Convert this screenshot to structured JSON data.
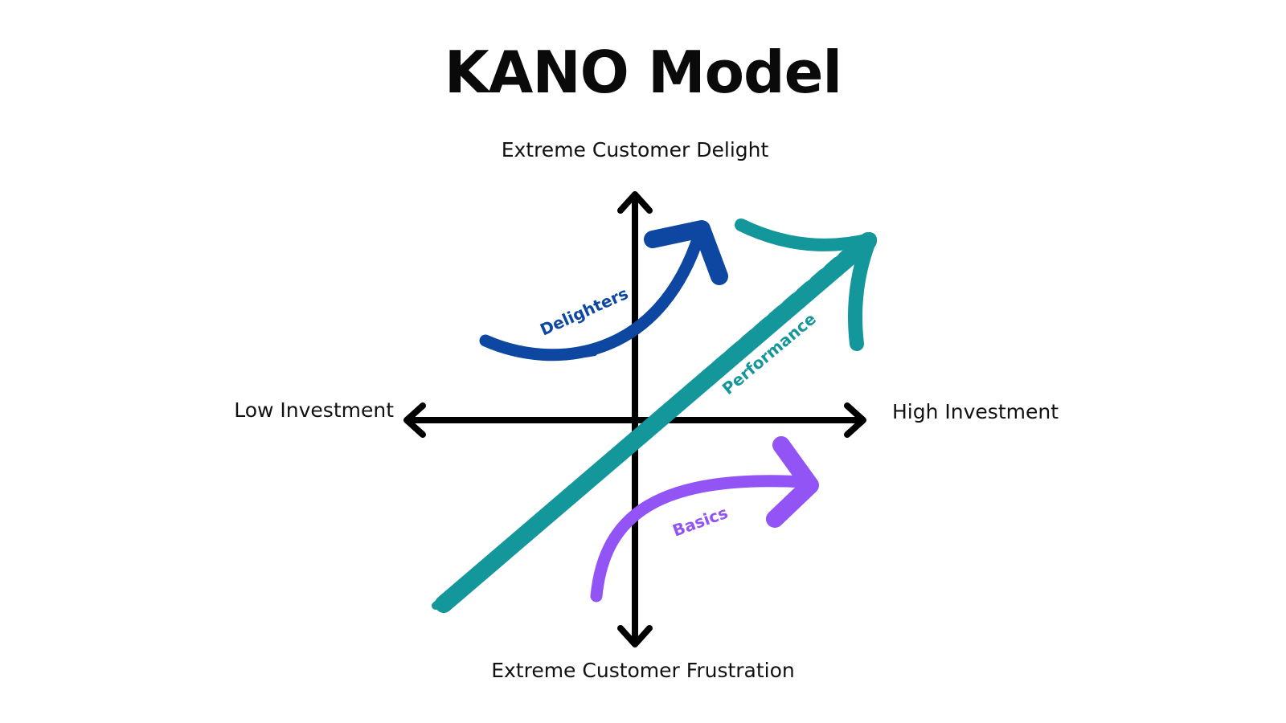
{
  "title": "KANO Model",
  "axes": {
    "top": "Extreme Customer Delight",
    "bottom": "Extreme Customer Frustration",
    "left": "Low Investment",
    "right": "High Investment"
  },
  "curves": {
    "delighters": {
      "label": "Delighters",
      "color": "#0d47a1"
    },
    "performance": {
      "label": "Performance",
      "color": "#14979b"
    },
    "basics": {
      "label": "Basics",
      "color": "#9254f5"
    }
  },
  "colors": {
    "axis": "#000000",
    "text": "#111111"
  }
}
